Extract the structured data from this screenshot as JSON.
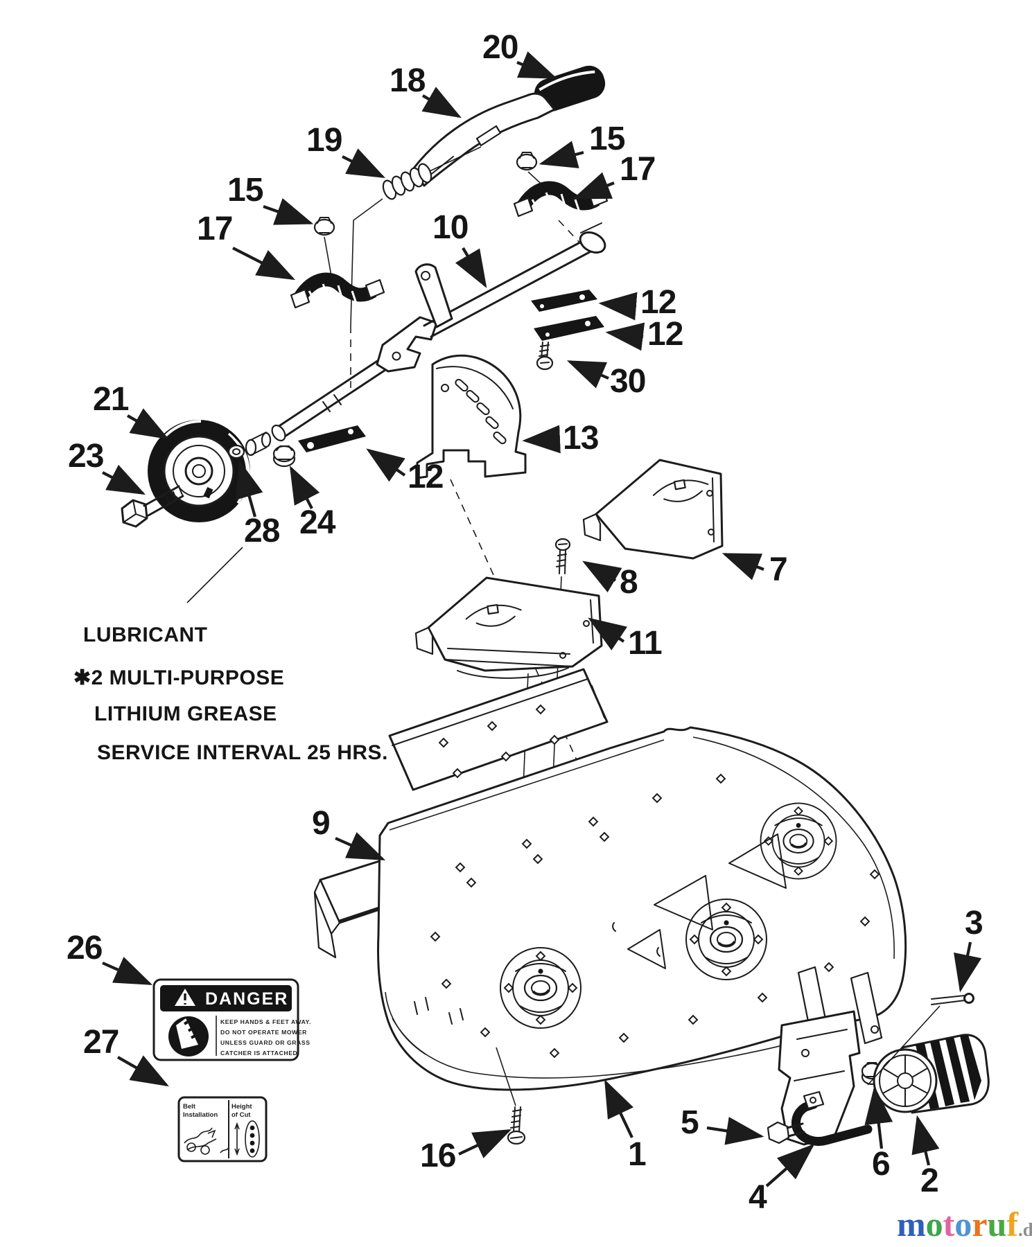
{
  "page": {
    "background": "#ffffff",
    "ink": "#1c1c1c"
  },
  "diagram": {
    "type": "exploded-parts-diagram",
    "subject": "mower-deck-assembly",
    "callouts": {
      "1": "1",
      "2": "2",
      "3": "3",
      "4": "4",
      "5": "5",
      "6": "6",
      "7": "7",
      "8": "8",
      "9": "9",
      "10": "10",
      "11": "11",
      "12": "12",
      "13": "13",
      "15": "15",
      "16": "16",
      "17": "17",
      "18": "18",
      "19": "19",
      "20": "20",
      "21": "21",
      "23": "23",
      "24": "24",
      "26": "26",
      "27": "27",
      "28": "28",
      "30": "30"
    },
    "lubricant_note": {
      "line1": "LUBRICANT",
      "line2": "✱2 MULTI-PURPOSE",
      "line3": "LITHIUM GREASE",
      "line4": "SERVICE INTERVAL 25 HRS."
    },
    "danger_label": {
      "title": "DANGER",
      "line1": "KEEP HANDS & FEET AWAY.",
      "line2": "DO NOT OPERATE MOWER",
      "line3": "UNLESS GUARD OR GRASS",
      "line4": "CATCHER IS ATTACHED."
    },
    "instruction_label": {
      "left_line1": "Belt",
      "left_line2": "Installation",
      "right_line1": "Height",
      "right_line2": "of Cut"
    }
  },
  "watermark": {
    "letters": [
      {
        "ch": "m",
        "color": "#2f5fbb"
      },
      {
        "ch": "o",
        "color": "#3da44a"
      },
      {
        "ch": "t",
        "color": "#e2649e"
      },
      {
        "ch": "o",
        "color": "#4f94d4"
      },
      {
        "ch": "r",
        "color": "#e8731f"
      },
      {
        "ch": "u",
        "color": "#49a843"
      },
      {
        "ch": "f",
        "color": "#efa31d"
      }
    ],
    "suffix": ".de",
    "suffix_color": "#8e8e8e"
  }
}
